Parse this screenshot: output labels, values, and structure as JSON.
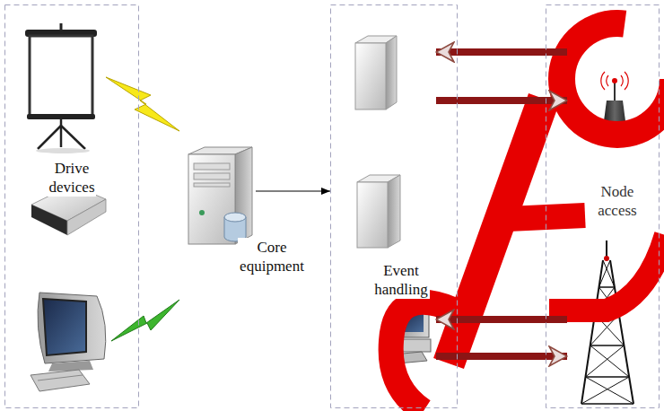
{
  "diagram": {
    "nodes": [
      {
        "text": [
          "Drive devices"
        ]
      },
      {
        "text": [
          "Core equipment"
        ]
      },
      {
        "text": [
          "Event handling"
        ]
      },
      {
        "text": [
          "Node access"
        ]
      }
    ],
    "edges": [
      {
        "from": 1,
        "to": 2,
        "arrow": "to"
      },
      {
        "from": 3,
        "to": 2,
        "arrow": "to"
      },
      {
        "from": 2,
        "to": 3,
        "arrow": "to"
      },
      {
        "from": 3,
        "to": 2,
        "arrow": "to"
      },
      {
        "from": 2,
        "to": 3,
        "arrow": "to"
      }
    ]
  }
}
